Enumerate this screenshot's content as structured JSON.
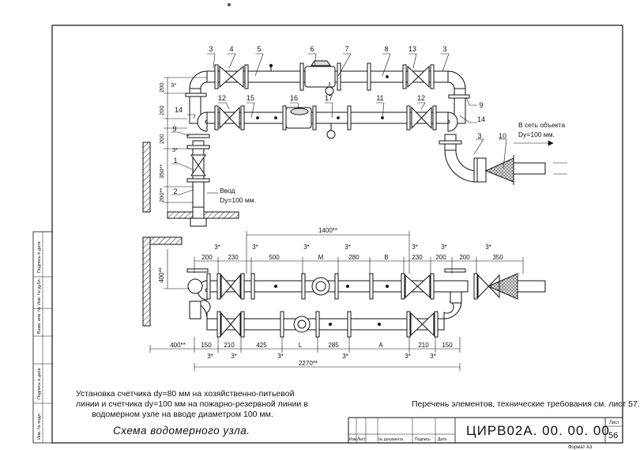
{
  "top_view": {
    "callouts": [
      "3",
      "4",
      "5",
      "6",
      "7",
      "8",
      "13",
      "3",
      "12",
      "15",
      "16",
      "17",
      "11",
      "12",
      "9",
      "14",
      "14",
      "9",
      "1",
      "2",
      "3",
      "10"
    ],
    "vertical_dims": [
      "200",
      "3*",
      "200",
      "200",
      "3*",
      "350**",
      "200**"
    ],
    "entry_label": "Ввод",
    "entry_size": "Dy=100 мм.",
    "exit_label": "В сеть объекта",
    "exit_size": "Dy=100 мм."
  },
  "plan_view": {
    "top_total": "1400**",
    "top_markers": [
      "3*",
      "3*",
      "3*",
      "3*",
      "3*",
      "3*",
      "3*"
    ],
    "top_dims": [
      "200",
      "230",
      "500",
      "M",
      "280",
      "B",
      "230",
      "200",
      "200",
      "350"
    ],
    "left_vertical": "400**",
    "bottom_dims": [
      "400**",
      "150",
      "210",
      "425",
      "L",
      "285",
      "A",
      "210",
      "150"
    ],
    "bottom_markers": [
      "3*",
      "3*",
      "3*",
      "3*",
      "3*",
      "3*"
    ],
    "bottom_total": "2270**"
  },
  "notes": {
    "main_note": [
      "Установка счетчика dy=80 мм на хозяйственно-питьевой",
      "линии и счетчика dy=100 мм на пожарно-резервной линии в",
      "водомерном узле на вводе диаметром 100 мм."
    ],
    "right_note": "Перечень элементов, технические требования см. лист 57.",
    "title": "Схема водомерного узла."
  },
  "stamp": {
    "code": "ЦИРВ02А. 00. 00. 00",
    "sheet_label": "Лист",
    "sheet_number": "56",
    "format": "Формат А3",
    "columns": [
      "Изм.",
      "Лист",
      "№ документа",
      "Подпись",
      "Дата"
    ]
  },
  "side_table": [
    "Подпись и дата",
    "Инв. № дубл.",
    "Взам. инв. №",
    "Подпись и дата",
    "Инв. № подл."
  ]
}
